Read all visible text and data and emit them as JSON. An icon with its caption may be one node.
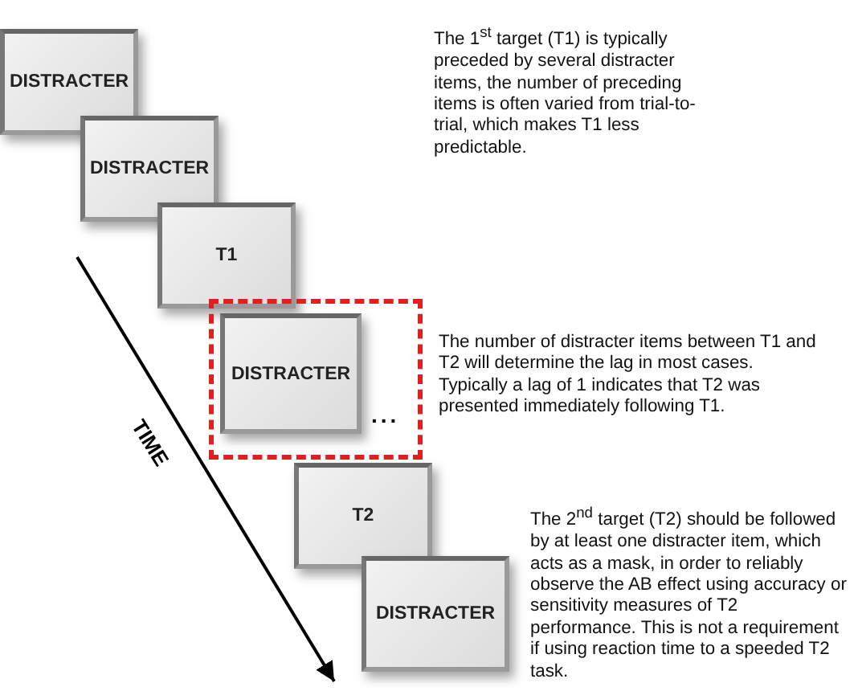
{
  "diagram": {
    "nodes": [
      {
        "text": [
          "DISTRACTER"
        ]
      },
      {
        "text": [
          "DISTRACTER"
        ]
      },
      {
        "text": [
          "T1"
        ]
      },
      {
        "text": [],
        "shape": "box"
      },
      {
        "text": [
          "DISTRACTER"
        ],
        "in": 3
      },
      {
        "text": [
          "T2"
        ]
      },
      {
        "text": [
          "DISTRACTER"
        ]
      }
    ],
    "edges": [],
    "labels": [
      "The 1$^{st}$ target (T1) is typically preceded by several distracter items, the number of preceding items is often varied from trial-to-trial, which makes T1 less predictable.",
      "...",
      "The number of distracter items between T1 and T2 will determine the lag in most cases. Typically a lag of 1 indicates that T2 was presented immediately following T1.",
      "TIME",
      "The 2$^{nd}$ target (T2) should be followed by at least one distracter item, which acts as a mask, in order to reliably observe the AB effect using accuracy or sensitivity measures of T2 performance. This is not a requirement if using reaction time to a speeded T2 task."
    ]
  }
}
